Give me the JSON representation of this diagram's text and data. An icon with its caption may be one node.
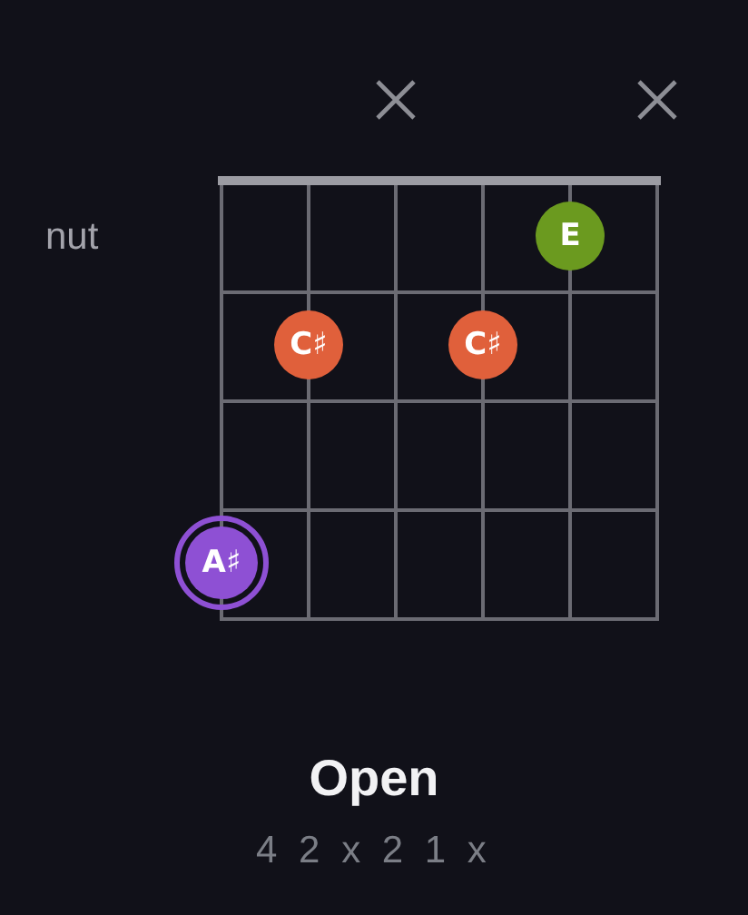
{
  "diagram": {
    "title": "Open",
    "nodes": [
      {
        "text": [
          "E"
        ]
      },
      {
        "text": [
          "C♯"
        ]
      },
      {
        "text": [
          "C♯"
        ]
      },
      {
        "text": [
          "A♯"
        ]
      }
    ],
    "labels": [
      "nut",
      "4 2 x 2 1 x"
    ]
  }
}
